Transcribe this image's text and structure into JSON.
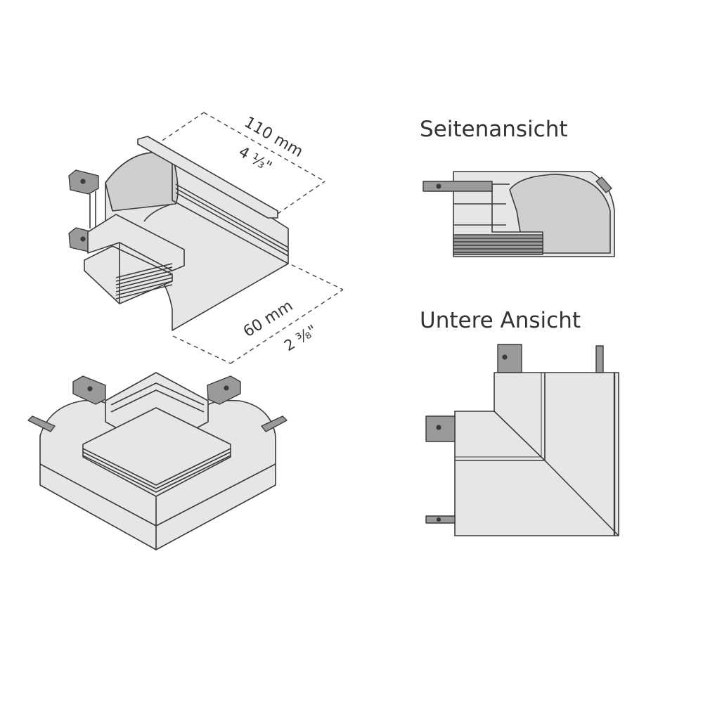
{
  "views": {
    "side_title": "Seitenansicht",
    "bottom_title": "Untere Ansicht"
  },
  "dimensions": {
    "length_mm": "110 mm",
    "length_in": "4 ⅓\"",
    "width_mm": "60 mm",
    "width_in": "2 ⅜\""
  },
  "colors": {
    "line": "#3a3a3a",
    "fill_light": "#e6e6e6",
    "fill_mid": "#cfcfcf",
    "fill_dark": "#9a9a9a"
  }
}
